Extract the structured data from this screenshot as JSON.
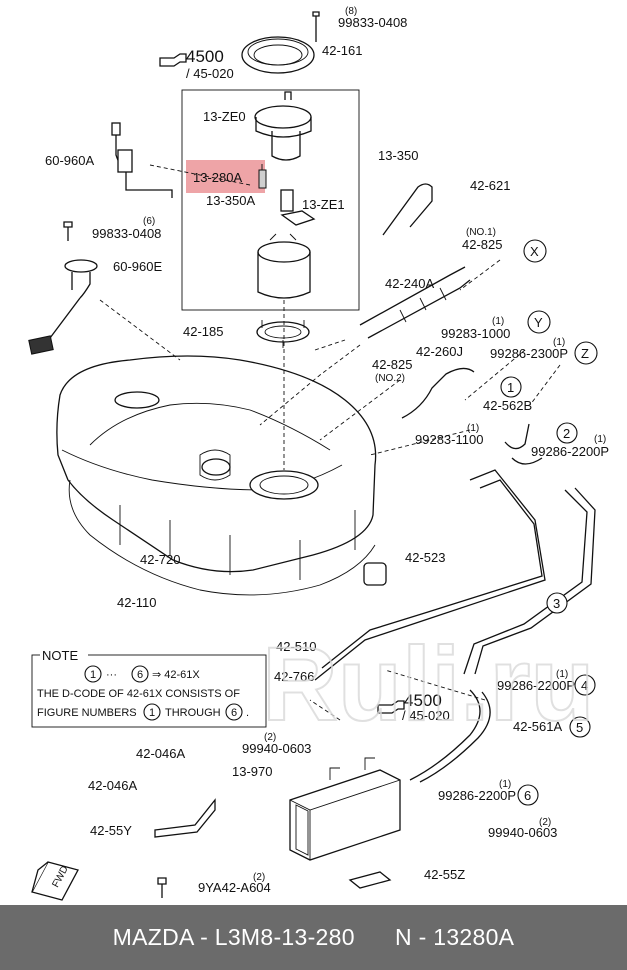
{
  "callouts": {
    "c_99833_top_qty": "(8)",
    "c_99833_top": "99833-0408",
    "c_42_161": "42-161",
    "c_4500_top": "4500",
    "c_45_020_top": "/ 45-020",
    "c_13_ze0": "13-ZE0",
    "c_13_350": "13-350",
    "c_60_960a": "60-960A",
    "c_13_280a": "13-280A",
    "c_13_350a": "13-350A",
    "c_13_ze1": "13-ZE1",
    "c_42_621": "42-621",
    "c_99833_mid_qty": "(6)",
    "c_99833_mid": "99833-0408",
    "c_60_960e": "60-960E",
    "c_no1": "(NO.1)",
    "c_42_825_top": "42-825",
    "c_x": "X",
    "c_42_240a": "42-240A",
    "c_42_185": "42-185",
    "c_99283_1000_qty": "(1)",
    "c_99283_1000": "99283-1000",
    "c_y": "Y",
    "c_99286_2300p_qty": "(1)",
    "c_99286_2300p": "99286-2300P",
    "c_z": "Z",
    "c_42_260j": "42-260J",
    "c_42_825_mid": "42-825",
    "c_no2": "(NO.2)",
    "c_1": "1",
    "c_42_562b": "42-562B",
    "c_99283_1100_qty": "(1)",
    "c_99283_1100": "99283-1100",
    "c_2": "2",
    "c_99286_2200p_a_qty": "(1)",
    "c_99286_2200p_a": "99286-2200P",
    "c_42_720": "42-720",
    "c_42_523": "42-523",
    "c_42_110": "42-110",
    "c_3": "3",
    "c_42_510": "42-510",
    "c_42_766": "42-766",
    "c_99286_2200p_b_qty": "(1)",
    "c_99286_2200p_b": "99286-2200P",
    "c_4": "4",
    "c_4500_mid": "4500",
    "c_45_020_mid": "/ 45-020",
    "c_42_561a": "42-561A",
    "c_5": "5",
    "c_42_046a_top": "42-046A",
    "c_99940_0603_a_qty": "(2)",
    "c_99940_0603_a": "99940-0603",
    "c_13_970": "13-970",
    "c_42_046a_left": "42-046A",
    "c_99286_2200p_c_qty": "(1)",
    "c_99286_2200p_c": "99286-2200P",
    "c_6": "6",
    "c_99940_0603_b_qty": "(2)",
    "c_99940_0603_b": "99940-0603",
    "c_42_55y": "42-55Y",
    "c_9ya42_qty": "(2)",
    "c_9ya42_a604": "9YA42-A604",
    "c_42_55z": "42-55Z",
    "c_fwd": "FWD"
  },
  "note": {
    "title": "NOTE",
    "range_from": "1",
    "range_dots": "···",
    "range_to": "6",
    "arrow_target": "⇒ 42-61X",
    "line2": "THE D-CODE OF  42-61X  CONSISTS OF",
    "line3a": "FIGURE NUMBERS",
    "line3_from": "1",
    "line3b": "THROUGH",
    "line3_to": "6",
    "line3_end": "."
  },
  "footer": {
    "text": "MAZDA - L3M8-13-280      N - 13280A"
  },
  "watermark": {
    "text": "Ruli.ru"
  },
  "colors": {
    "highlight": "#e8858a",
    "footer_bg": "#6b6b6b",
    "footer_text": "#ffffff"
  }
}
